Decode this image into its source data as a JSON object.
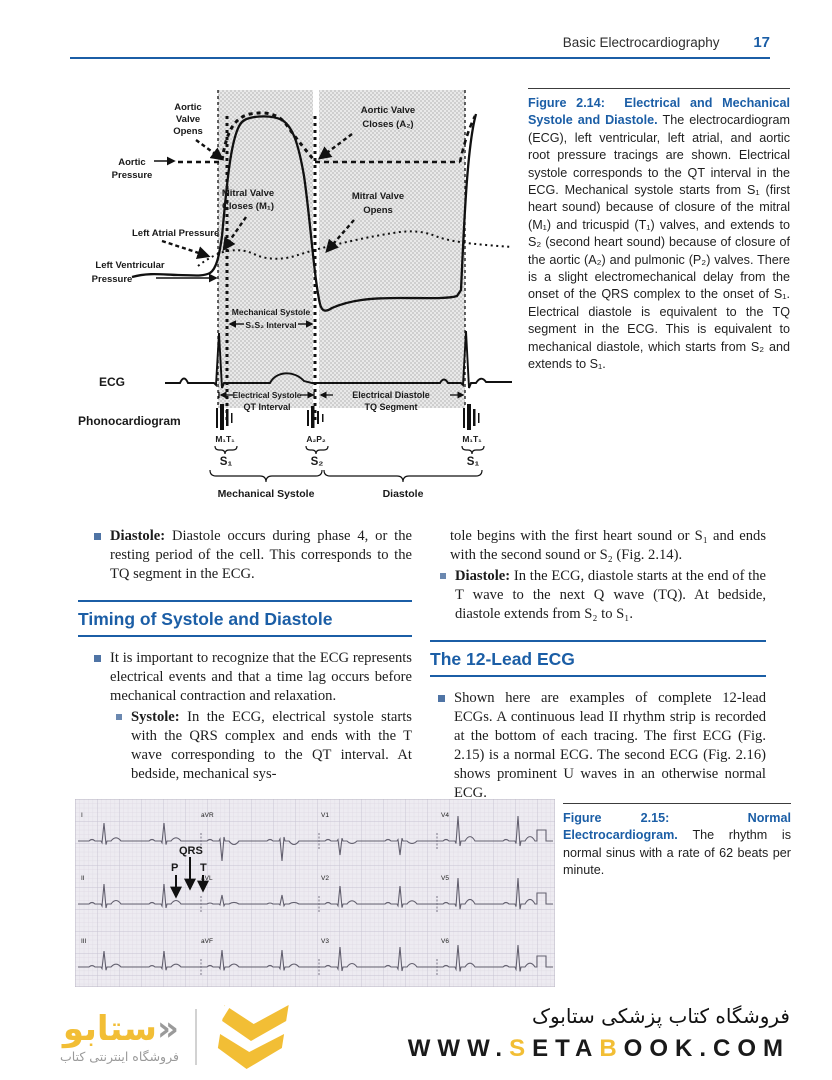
{
  "page": {
    "header_title": "Basic Electrocardiography",
    "page_number": "17"
  },
  "figure214": {
    "caption_label": "Figure 2.14:",
    "caption_title": "Electrical and Mechanical Systole and Diastole.",
    "caption_body": "The electrocardiogram (ECG), left ventricular, left atrial, and aortic root pressure tracings are shown. Electrical systole corresponds to the QT interval in the ECG. Mechanical systole starts from S₁ (first heart sound) because of closure of the mitral (M₁) and tricuspid (T₁) valves, and extends to S₂ (second heart sound) because of closure of the aortic (A₂) and pulmonic (P₂) valves. There is a slight electromechanical delay from the onset of the QRS complex to the onset of S₁. Electrical diastole is equivalent to the TQ segment in the ECG. This is equivalent to mechanical diastole, which starts from S₂ and extends to S₁.",
    "labels": {
      "aortic_valve_opens": [
        "Aortic",
        "Valve",
        "Opens"
      ],
      "aortic_pressure": [
        "Aortic",
        "Pressure"
      ],
      "mitral_valve_closes": [
        "Mitral Valve",
        "Closes (M₁)"
      ],
      "left_atrial_pressure": "Left Atrial Pressure",
      "left_ventricular_pressure": [
        "Left Ventricular",
        "Pressure"
      ],
      "aortic_valve_closes": [
        "Aortic Valve",
        "Closes (A₂)"
      ],
      "mitral_valve_opens": [
        "Mitral Valve",
        "Opens"
      ],
      "mechanical_systole_interval": [
        "Mechanical Systole",
        "S₁S₂ Interval"
      ],
      "ecg": "ECG",
      "phonocardiogram": "Phonocardiogram",
      "electrical_systole": "Electrical Systole",
      "qt_interval": "QT Interval",
      "electrical_diastole": "Electrical Diastole",
      "tq_segment": "TQ Segment",
      "sound_markers": [
        "M₁T₁",
        "A₂P₂",
        "M₁T₁"
      ],
      "s_labels": [
        "S₁",
        "S₂",
        "S₁"
      ],
      "mechanical_systole_brace": "Mechanical Systole",
      "diastole_brace": "Diastole"
    }
  },
  "left_column": {
    "bullet1_bold": "Diastole:",
    "bullet1_text": " Diastole occurs during phase 4, or the resting period of the cell. This corresponds to the TQ segment in the ECG.",
    "heading": "Timing of Systole and Diastole",
    "bullet2_text": "It is important to recognize that the ECG represents electrical events and that a time lag occurs before mechanical contraction and relaxation.",
    "sub_bullet_bold": "Systole:",
    "sub_bullet_text": " In the ECG, electrical systole starts with the QRS complex and ends with the T wave corresponding to the QT interval. At bedside, mechanical sys-"
  },
  "right_column": {
    "cont_text": "tole begins with the first heart sound or S₁ and ends with the second sound or S₂ (Fig. 2.14).",
    "bullet1_bold": "Diastole:",
    "bullet1_text": " In the ECG, diastole starts at the end of the T wave to the next Q wave (TQ). At bedside, diastole extends from S₂ to S₁.",
    "heading": "The 12-Lead ECG",
    "bullet2_text": "Shown here are examples of complete 12-lead ECGs. A continuous lead II rhythm strip is recorded at the bottom of each tracing. The first ECG (Fig. 2.15) is a normal ECG. The second ECG (Fig. 2.16) shows prominent U waves in an otherwise normal ECG."
  },
  "figure215": {
    "caption_label": "Figure 2.15:",
    "caption_title": "Normal Electrocardiogram.",
    "caption_body": "The rhythm is normal sinus with a rate of 62 beats per minute.",
    "annotations": {
      "qrs": "QRS",
      "p": "P",
      "t": "T"
    },
    "leads": [
      [
        "I",
        "aVR",
        "V1",
        "V4"
      ],
      [
        "II",
        "aVL",
        "V2",
        "V5"
      ],
      [
        "III",
        "aVF",
        "V3",
        "V6"
      ]
    ]
  },
  "footer": {
    "store_name_fa": "فروشگاه کتاب پزشکی ستابوک",
    "url_segments": [
      {
        "text": "WWW.",
        "accent": false
      },
      {
        "text": "S",
        "accent": true
      },
      {
        "text": "ETA",
        "accent": false
      },
      {
        "text": "B",
        "accent": true
      },
      {
        "text": "OOK.COM",
        "accent": false
      }
    ],
    "logo_wordmark": "ستابو",
    "logo_wordmark_kaf": "«",
    "logo_tagline": "فروشگاه اینترنتی کتاب",
    "accent_color": "#F2BE35",
    "heading_blue": "#1b5ea6"
  }
}
